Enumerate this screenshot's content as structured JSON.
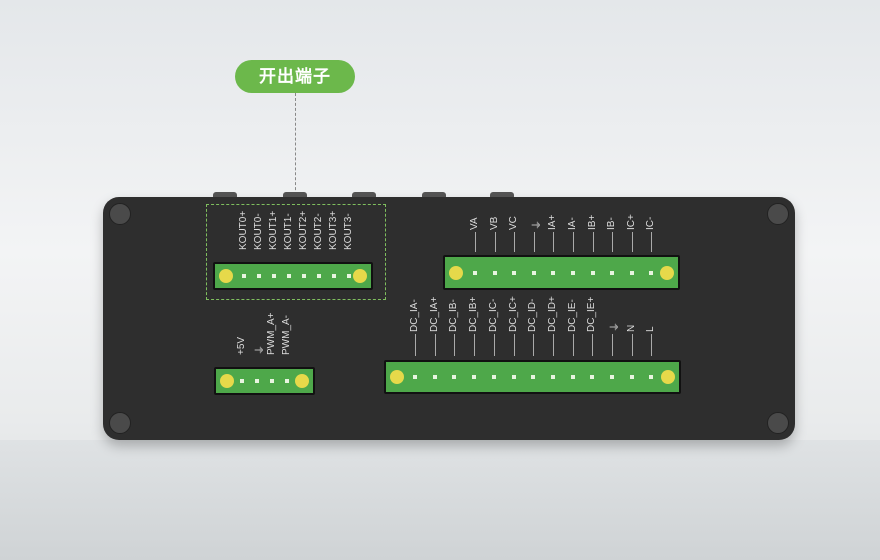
{
  "callout": {
    "label": "开出端子"
  },
  "kout_labels": [
    "KOUT0+",
    "KOUT0-",
    "KOUT1+",
    "KOUT1-",
    "KOUT2+",
    "KOUT2-",
    "KOUT3+",
    "KOUT3-"
  ],
  "pwm_labels": [
    "+5V",
    "⏚",
    "PWM_A+",
    "PWM_A-"
  ],
  "ac_labels": [
    "VA",
    "VB",
    "VC",
    "⏚",
    "IA+",
    "IA-",
    "IB+",
    "IB-",
    "IC+",
    "IC-"
  ],
  "dc_labels": [
    "DC_IA-",
    "DC_IA+",
    "DC_IB-",
    "DC_IB+",
    "DC_IC-",
    "DC_IC+",
    "DC_ID-",
    "DC_ID+",
    "DC_IE-",
    "DC_IE+",
    "⏚",
    "N",
    "L"
  ],
  "colors": {
    "accent": "#6cb84b",
    "terminal": "#4ea84a",
    "body": "#2e2e2e"
  }
}
